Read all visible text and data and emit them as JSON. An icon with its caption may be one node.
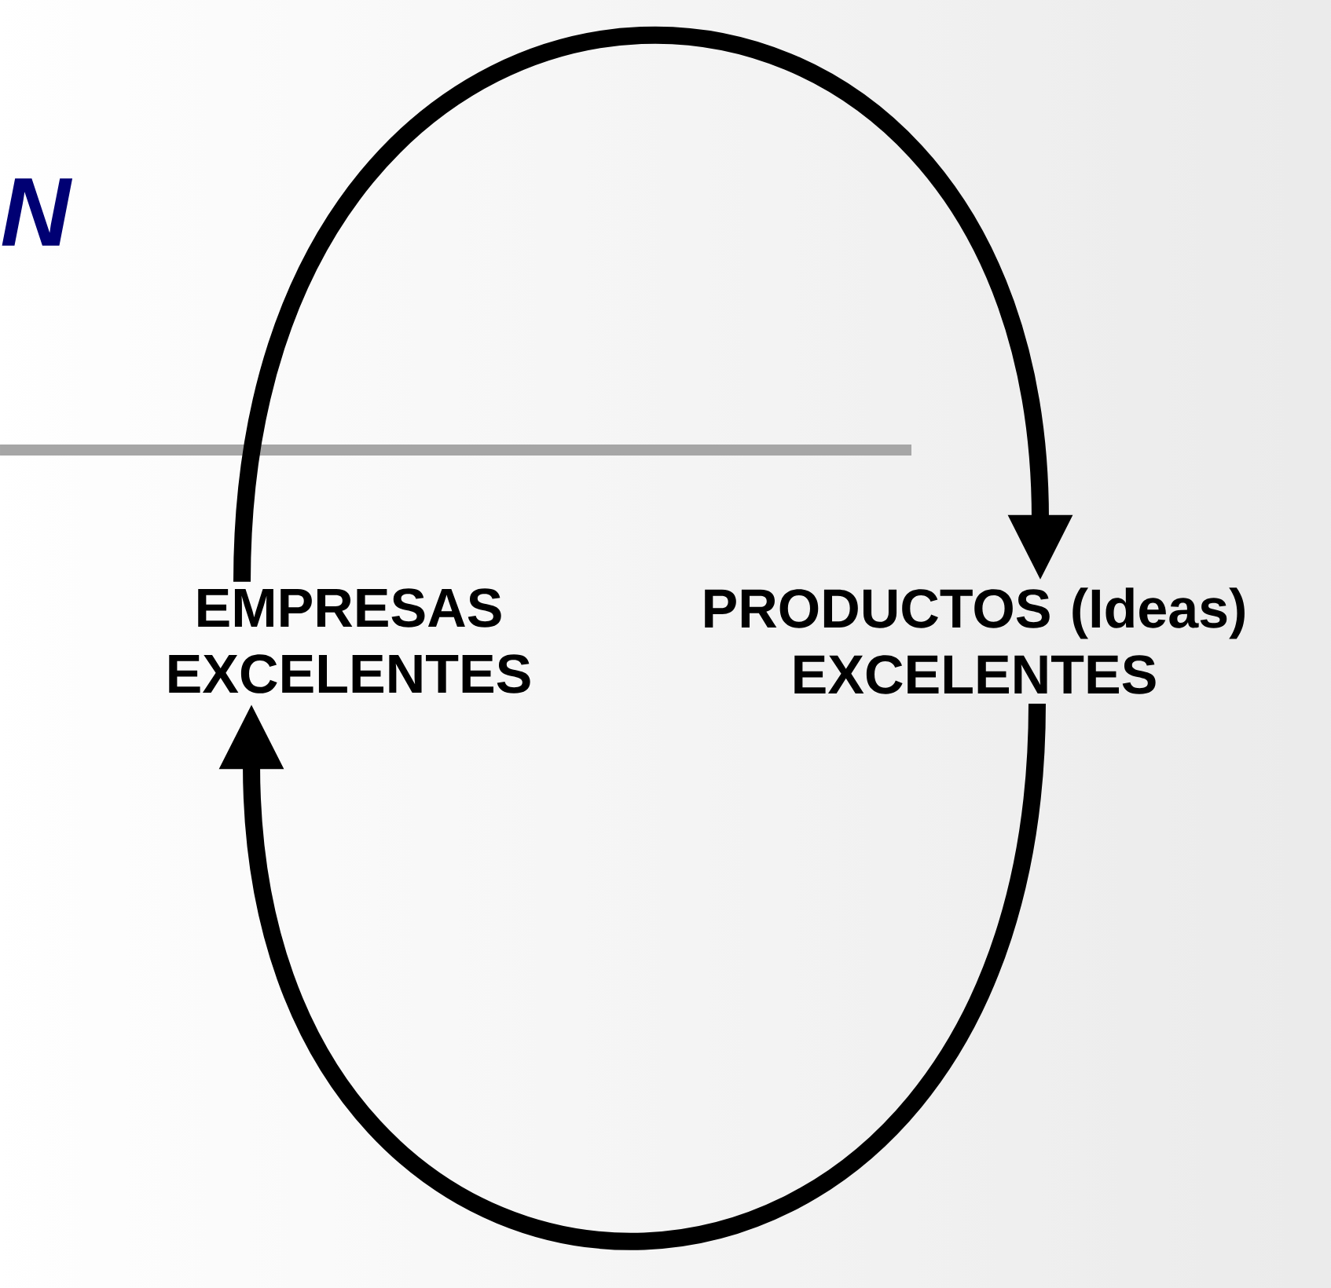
{
  "diagram": {
    "nodes": [
      {
        "text": [
          "EMPRESAS EXCELENTES"
        ]
      },
      {
        "text": [
          "PRODUCTOS (Ideas) EXCELENTES"
        ]
      }
    ],
    "edges": [
      {
        "from": 0,
        "to": 1,
        "arrow": "to"
      },
      {
        "from": 1,
        "to": 0,
        "arrow": "to"
      }
    ],
    "labels": [
      "N"
    ]
  }
}
